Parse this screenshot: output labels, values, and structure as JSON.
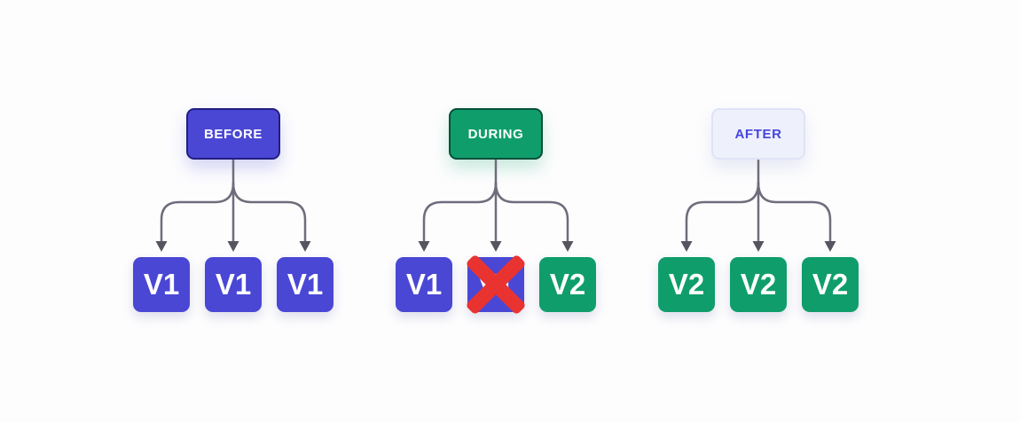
{
  "diagram": {
    "background_color": "#fdfdfe",
    "colors": {
      "indigo": "#4a47d5",
      "indigo_border": "#221f80",
      "green": "#0f9e6b",
      "green_border": "#06503a",
      "after_background": "#eef0fb",
      "after_border": "#dfe3f7",
      "after_text": "#4545de",
      "arrow_line": "#6f6d7c",
      "arrow_head": "#56545f",
      "cross_red": "#e93330",
      "box_text": "#ffffff"
    },
    "groups": [
      {
        "id": "before",
        "label": "BEFORE",
        "header_style": "indigo",
        "children": [
          {
            "label": "V1",
            "style": "indigo",
            "crossed": false
          },
          {
            "label": "V1",
            "style": "indigo",
            "crossed": false
          },
          {
            "label": "V1",
            "style": "indigo",
            "crossed": false
          }
        ]
      },
      {
        "id": "during",
        "label": "DURING",
        "header_style": "green",
        "children": [
          {
            "label": "V1",
            "style": "indigo",
            "crossed": false
          },
          {
            "label": "V1",
            "style": "indigo",
            "crossed": true
          },
          {
            "label": "V2",
            "style": "green",
            "crossed": false
          }
        ]
      },
      {
        "id": "after",
        "label": "AFTER",
        "header_style": "lavender",
        "children": [
          {
            "label": "V2",
            "style": "green",
            "crossed": false
          },
          {
            "label": "V2",
            "style": "green",
            "crossed": false
          },
          {
            "label": "V2",
            "style": "green",
            "crossed": false
          }
        ]
      }
    ]
  }
}
